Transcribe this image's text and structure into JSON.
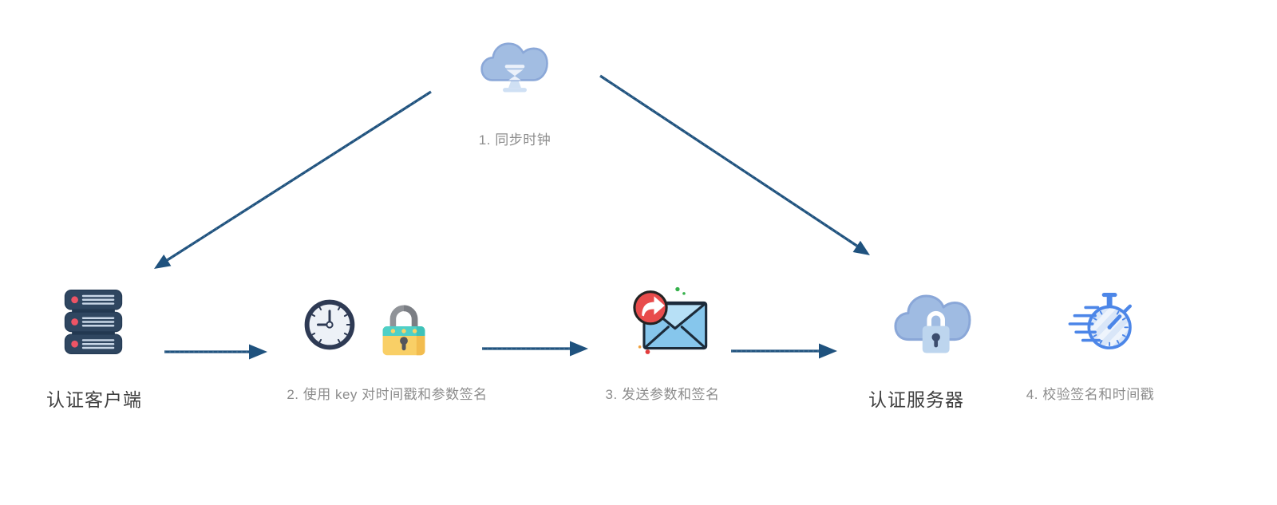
{
  "flow": {
    "sync_label": "1. 同步时钟",
    "client_label": "认证客户端",
    "sign_label": "2. 使用 key 对时间戳和参数签名",
    "send_label": "3. 发送参数和签名",
    "server_label": "认证服务器",
    "verify_label": "4. 校验签名和时间戳"
  },
  "icons": {
    "sync": "cloud-hourglass-icon",
    "client": "server-stack-icon",
    "sign_clock": "clock-icon",
    "sign_lock": "padlock-icon",
    "send": "mail-send-icon",
    "server": "cloud-padlock-icon",
    "verify": "stopwatch-icon"
  },
  "colors": {
    "arrow": "#1f527e",
    "label_primary": "#3f3f3f",
    "label_secondary": "#8c8c8c",
    "cloud_fill": "#a2bde2",
    "cloud_stroke": "#8ba8d8",
    "server_body": "#2f4660",
    "server_led": "#ee5465",
    "lock_body": "#f9cf66",
    "lock_band": "#4fd0c7",
    "mail_fill": "#86c6ec",
    "mail_flap": "#b7e0f6",
    "badge_red": "#e84c4c",
    "stopwatch_blue": "#4c86e8"
  }
}
